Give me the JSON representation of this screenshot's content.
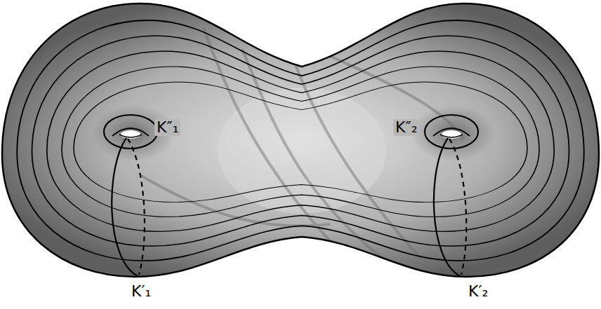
{
  "diagram": {
    "labels": [
      "K″₁",
      "K″₂",
      "K′₁",
      "K′₂"
    ]
  }
}
